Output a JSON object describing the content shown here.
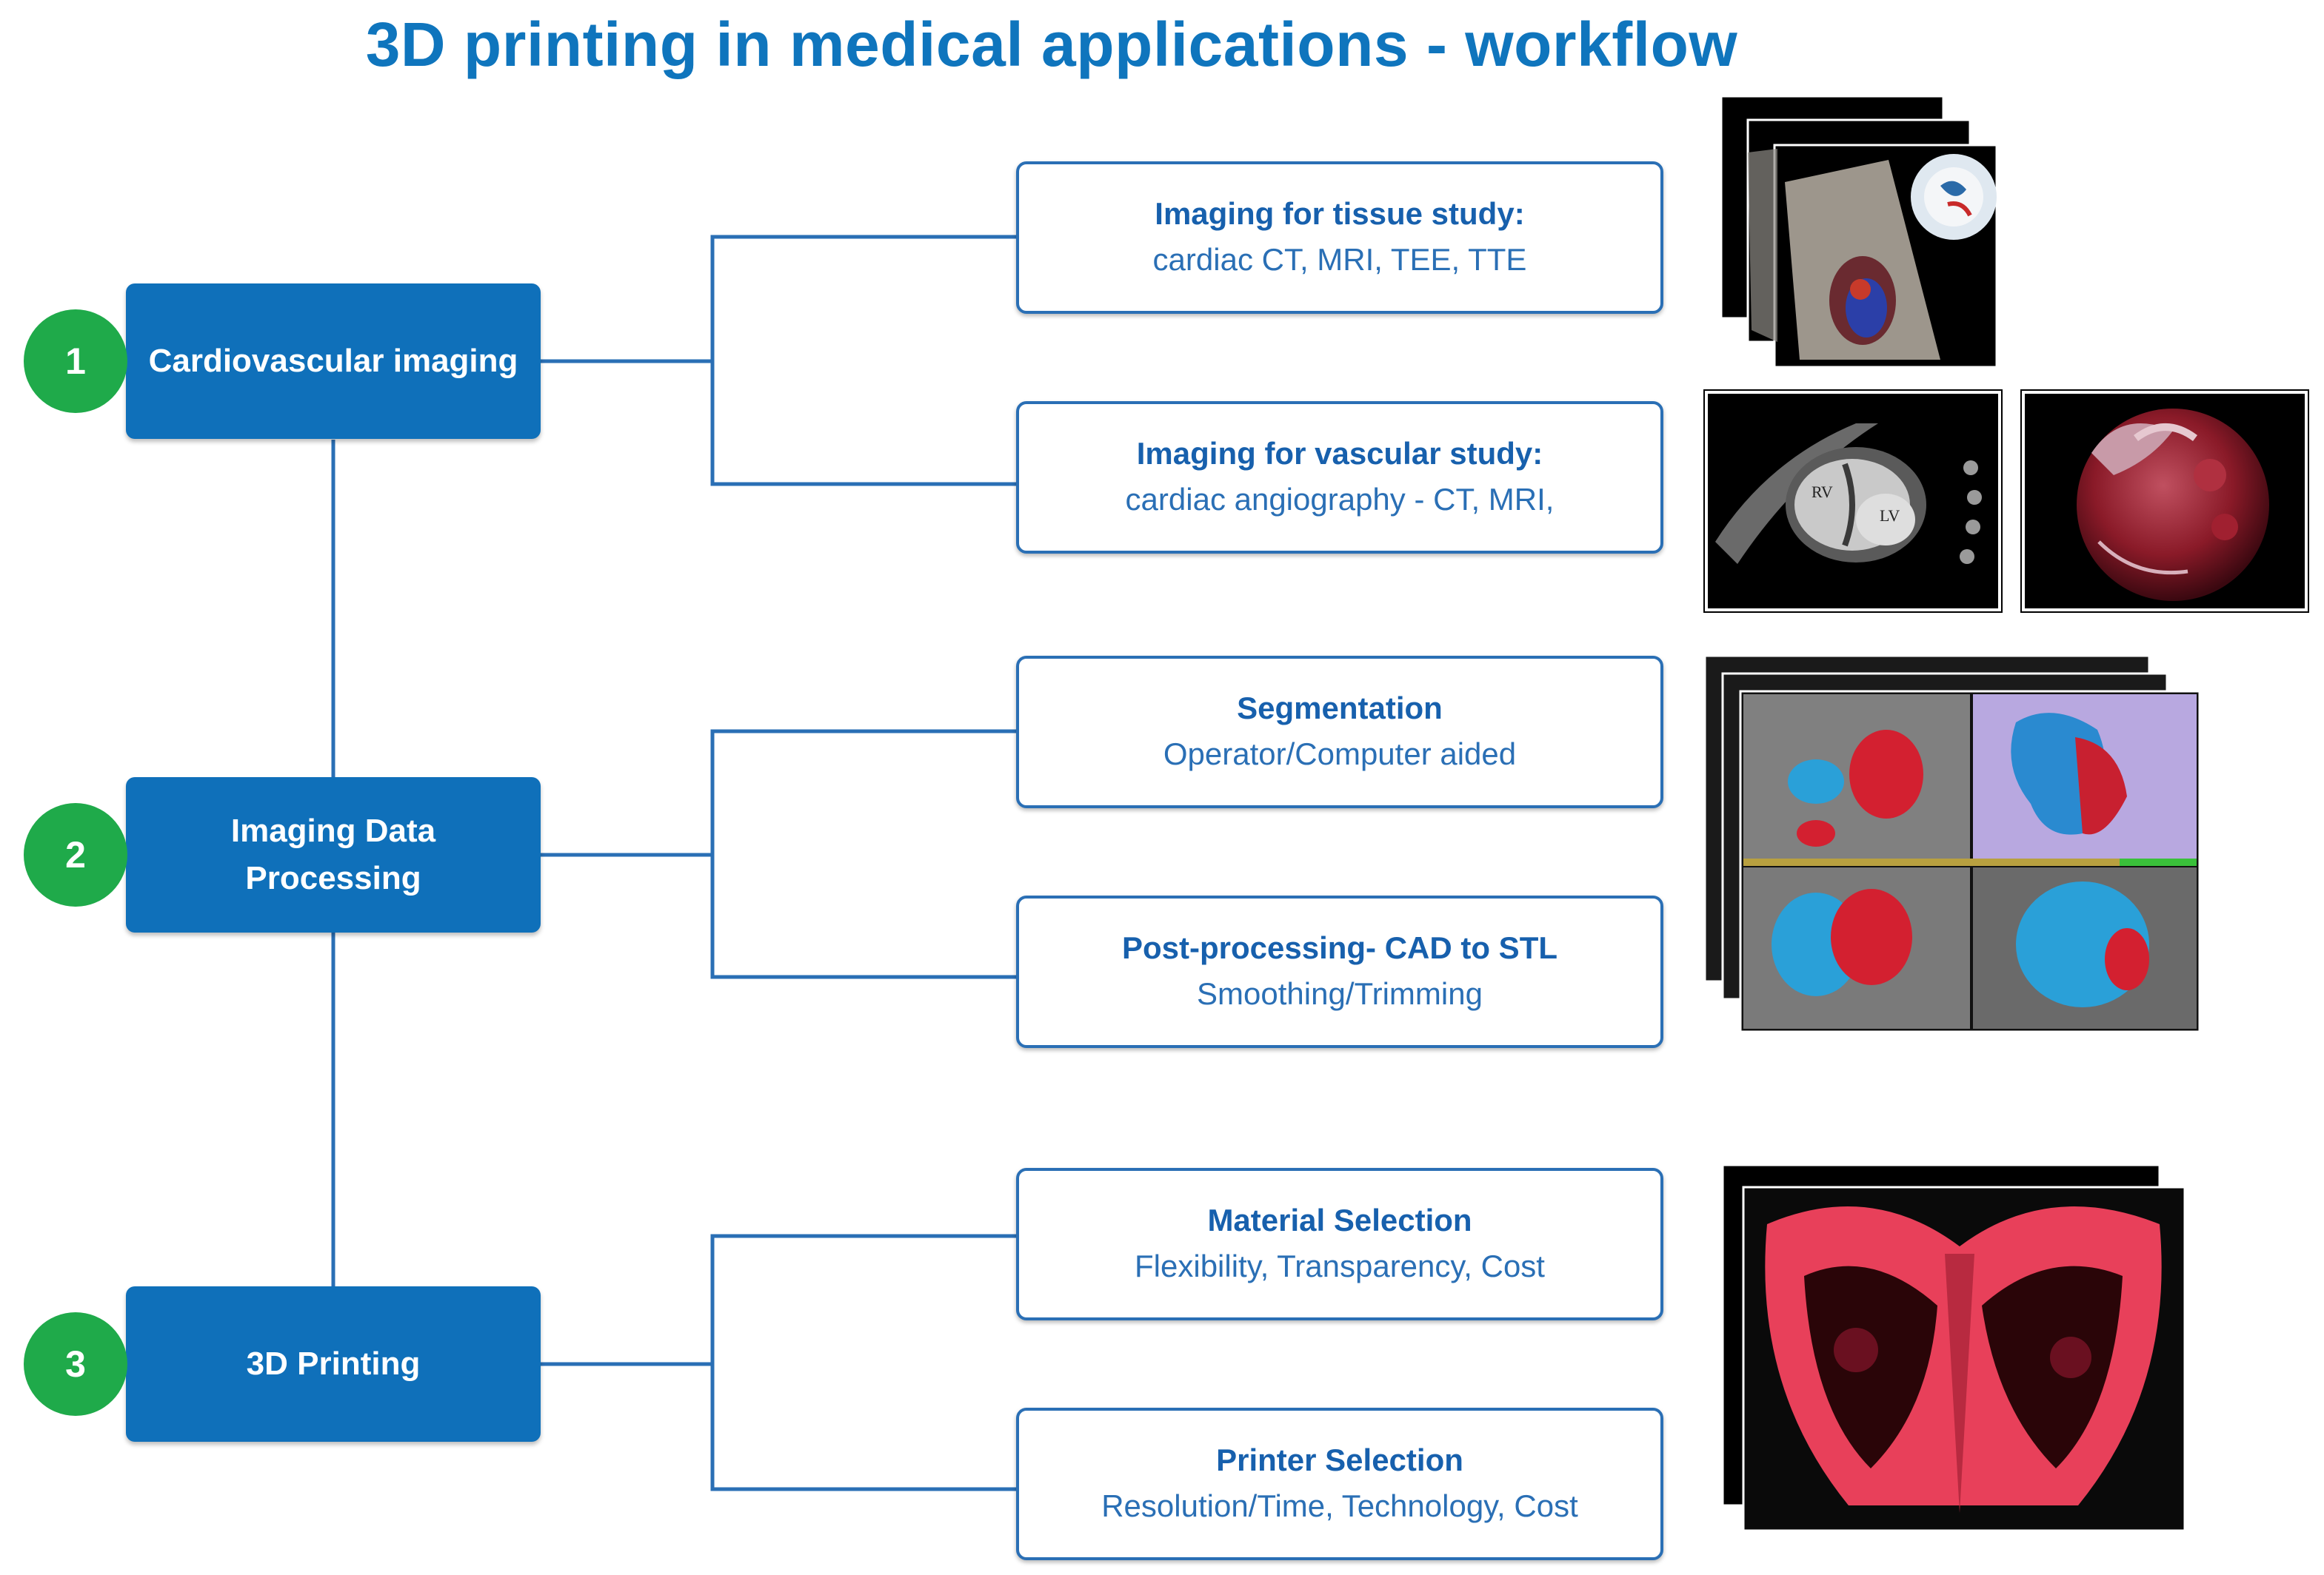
{
  "title": "3D printing in medical applications - workflow",
  "colors": {
    "accent_blue": "#0f70ba",
    "line_blue": "#2a6fb5",
    "step_green": "#1faa4a",
    "heart_red": "#d32030",
    "segment_blue": "#2aa0d8"
  },
  "steps": [
    {
      "number": "1",
      "label": "Cardiovascular imaging",
      "details": [
        {
          "title": "Imaging for tissue study:",
          "subtitle": "cardiac CT, MRI, TEE, TTE"
        },
        {
          "title": "Imaging for vascular study:",
          "subtitle": "cardiac angiography - CT, MRI,"
        }
      ]
    },
    {
      "number": "2",
      "label": "Imaging Data\nProcessing",
      "details": [
        {
          "title": "Segmentation",
          "subtitle": "Operator/Computer aided"
        },
        {
          "title": "Post-processing- CAD to STL",
          "subtitle": "Smoothing/Trimming"
        }
      ]
    },
    {
      "number": "3",
      "label": "3D Printing",
      "details": [
        {
          "title": "Material Selection",
          "subtitle": "Flexibility, Transparency, Cost"
        },
        {
          "title": "Printer Selection",
          "subtitle": "Resolution/Time, Technology, Cost"
        }
      ]
    }
  ],
  "image_labels": {
    "lv": "LV",
    "rv": "RV"
  }
}
